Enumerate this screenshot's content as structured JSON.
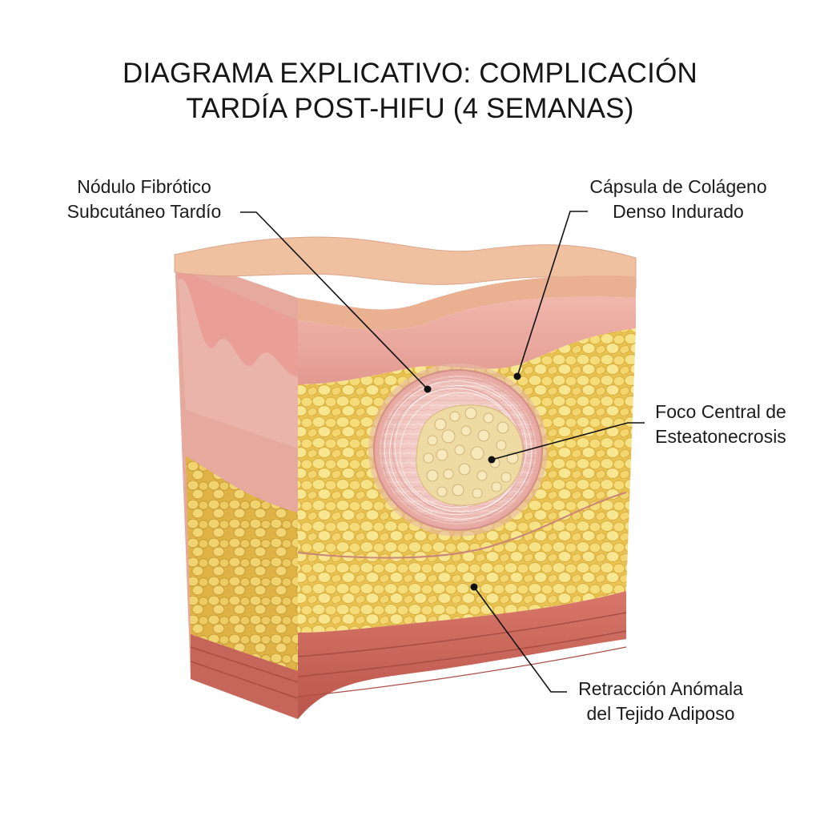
{
  "title": {
    "line1": "DIAGRAMA EXPLICATIVO: COMPLICACIÓN",
    "line2": "TARDÍA POST-HIFU (4 SEMANAS)"
  },
  "labels": {
    "nodulo": {
      "line1": "Nódulo Fibrótico",
      "line2": "Subcutáneo Tardío"
    },
    "capsula": {
      "line1": "Cápsula de Colágeno",
      "line2": "Denso Indurado"
    },
    "foco": {
      "line1": "Foco Central de",
      "line2": "Esteatonecrosis"
    },
    "retraccion": {
      "line1": "Retracción Anómala",
      "line2": "del Tejido Adiposo"
    }
  },
  "colors": {
    "epidermis": "#eab797",
    "dermis": "#e7a8a0",
    "fat": "#f0d56a",
    "fat_cell": "#f7e488",
    "muscle": "#cf6f63",
    "capsule": "#efc1bd",
    "necrosis": "#efd9a0",
    "leader_line": "#111111"
  }
}
